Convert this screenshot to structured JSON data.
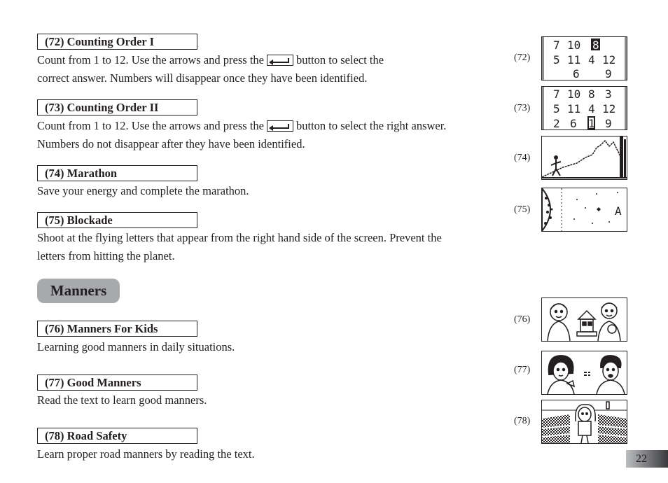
{
  "items": [
    {
      "header": "(72) Counting Order I",
      "line1_before": "Count from 1 to 12. Use the arrows and press the",
      "line1_after": "button to select the",
      "line2": "correct answer. Numbers will disappear once they have been identified."
    },
    {
      "header": "(73) Counting Order II",
      "line1_before": "Count from 1 to 12. Use the arrows and press the",
      "line1_after": "button to select the right answer.",
      "line2": "Numbers do not disappear after they have been identified."
    },
    {
      "header": "(74) Marathon",
      "line1": "Save your energy and complete the marathon."
    },
    {
      "header": "(75) Blockade",
      "line1": "Shoot at the flying letters that appear from the right hand side of the screen. Prevent the",
      "line2": "letters from hitting the planet."
    },
    {
      "header": "(76) Manners For Kids",
      "line1": " Learning good manners in daily situations."
    },
    {
      "header": "(77) Good Manners",
      "line1": "Read the text to learn good manners."
    },
    {
      "header": "(78) Road Safety",
      "line1": "Learn proper road manners by reading the text."
    }
  ],
  "section_title": "Manners",
  "screenshots": [
    {
      "label": "(72)",
      "rows": [
        [
          "7",
          "10",
          "8"
        ],
        [
          "5",
          "11",
          "4",
          "12"
        ],
        [
          "6",
          "9"
        ]
      ]
    },
    {
      "label": "(73)",
      "rows": [
        [
          "7",
          "10",
          "8",
          "3"
        ],
        [
          "5",
          "11",
          "4",
          "12"
        ],
        [
          "2",
          "6",
          "1",
          "9"
        ]
      ]
    },
    {
      "label": "(74)"
    },
    {
      "label": "(75)",
      "letter": "A"
    },
    {
      "label": "(76)"
    },
    {
      "label": "(77)"
    },
    {
      "label": "(78)"
    }
  ],
  "page_number": "22",
  "icons": [
    "enter-key-icon"
  ]
}
